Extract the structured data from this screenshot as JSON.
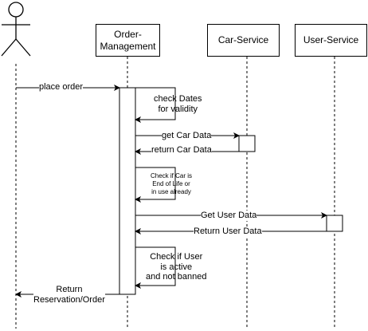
{
  "actors": {
    "user": {
      "label": ""
    }
  },
  "participants": {
    "order_management": {
      "line1": "Order-",
      "line2": "Management"
    },
    "car_service": {
      "label": "Car-Service"
    },
    "user_service": {
      "label": "User-Service"
    }
  },
  "messages": {
    "place_order": "place order",
    "check_dates_1": "check Dates",
    "check_dates_2": "for validity",
    "get_car_data": "get Car Data",
    "return_car_data": "return Car Data",
    "check_car_1": "Check if Car is",
    "check_car_2": "End of Life or",
    "check_car_3": "in use already",
    "get_user_data": "Get User Data",
    "return_user_data": "Return User Data",
    "check_user_1": "Check if User",
    "check_user_2": "is active",
    "check_user_3": "and not banned",
    "return_res_1": "Return",
    "return_res_2": "Reservation/Order"
  }
}
